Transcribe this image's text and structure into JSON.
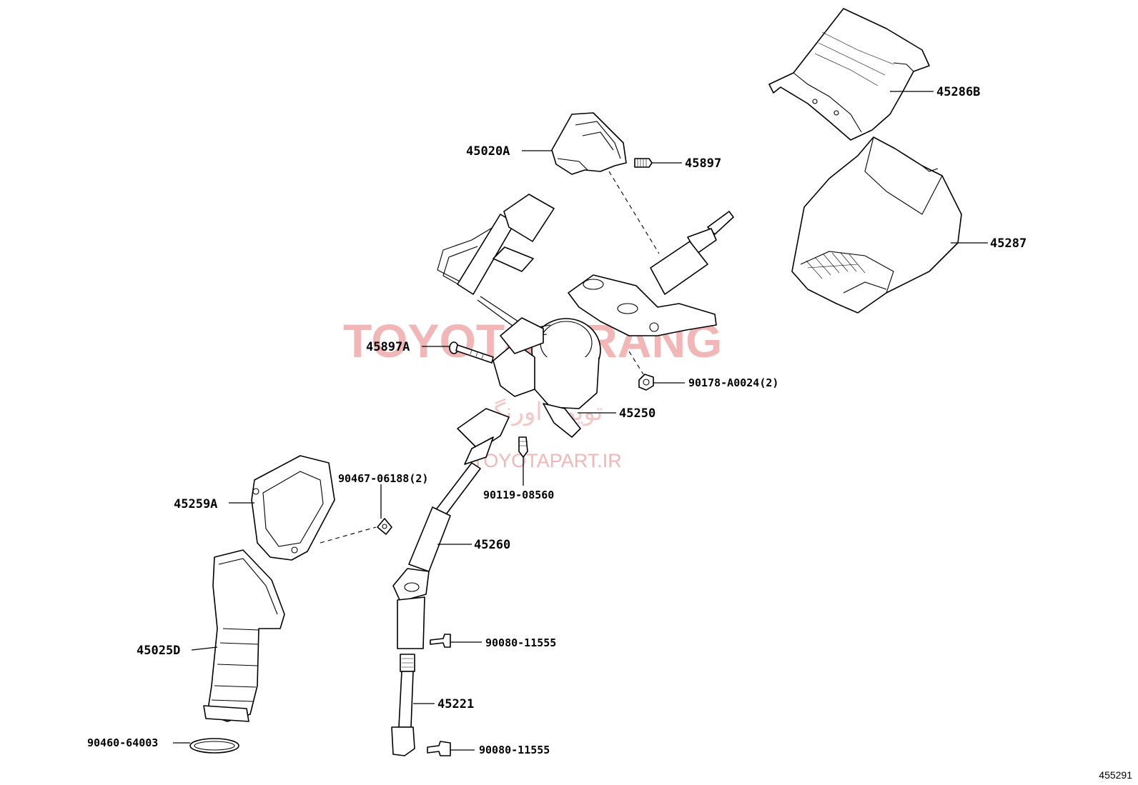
{
  "watermark": {
    "brand": "TOYOTA ORANG",
    "farsi": "تویوتا اورنگ",
    "url": "TOYOTAPART.IR"
  },
  "diagram_id": "455291",
  "labels": {
    "p45286b": "45286B",
    "p45020a": "45020A",
    "p45897": "45897",
    "p45287": "45287",
    "p45897a": "45897A",
    "p90178": "90178-A0024(2)",
    "p45250": "45250",
    "p90467": "90467-06188(2)",
    "p90119": "90119-08560",
    "p45259a": "45259A",
    "p45260": "45260",
    "p90080a": "90080-11555",
    "p45025d": "45025D",
    "p45221": "45221",
    "p90460": "90460-64003",
    "p90080b": "90080-11555"
  }
}
